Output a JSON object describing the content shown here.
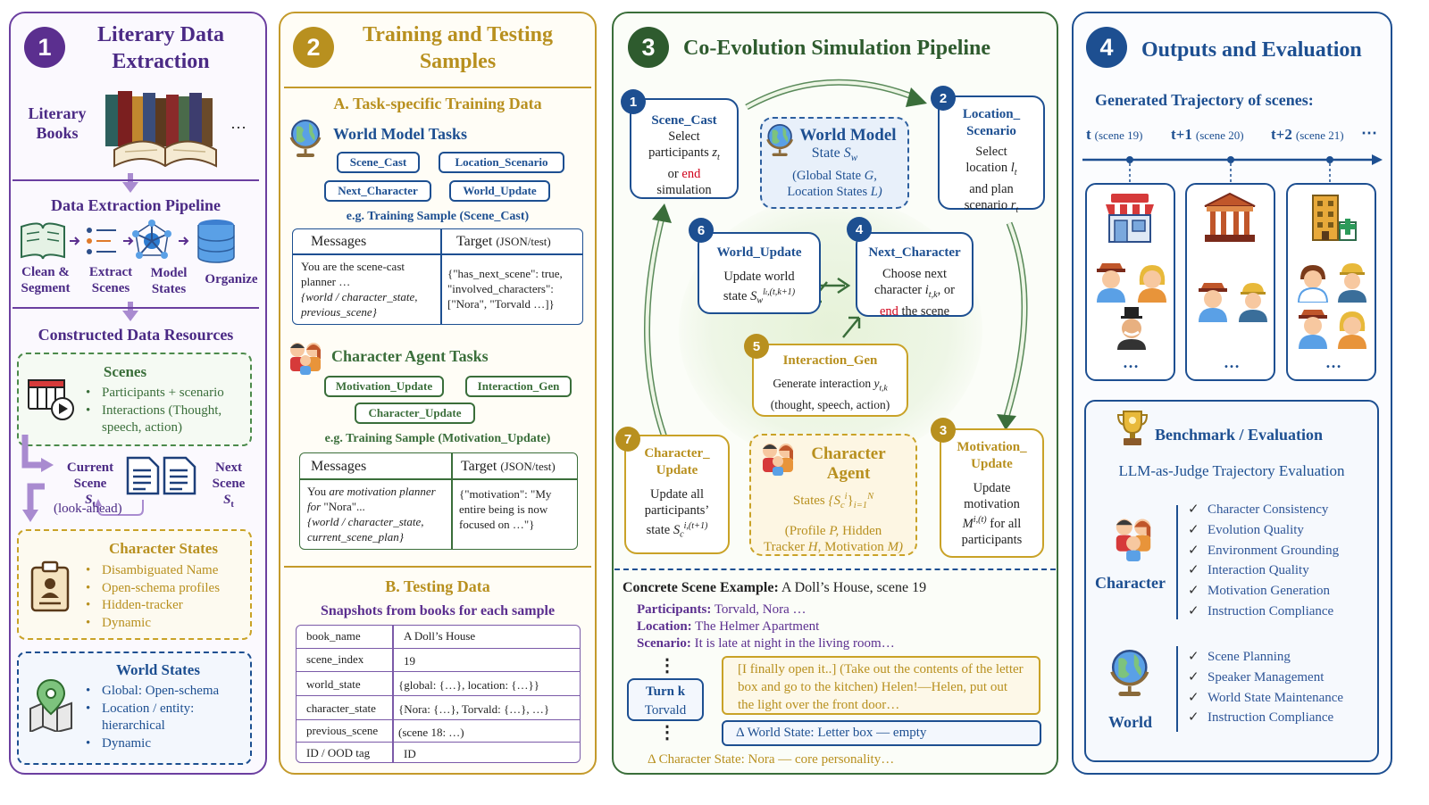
{
  "panel1": {
    "number": "1",
    "title": "Literary Data Extraction",
    "books_label": "Literary Books",
    "books_more": "…",
    "pipeline_title": "Data Extraction Pipeline",
    "pipeline_steps": [
      "Clean & Segment",
      "Extract Scenes",
      "Model States",
      "Organize"
    ],
    "resources_title": "Constructed Data Resources",
    "scenes": {
      "title": "Scenes",
      "items": [
        "Participants + scenario",
        "Interactions (Thought, speech, action)"
      ]
    },
    "current_scene": "Current Scene",
    "next_scene": "Next Scene",
    "scene_symbol": "S",
    "scene_sub": "t",
    "lookahead": "(look-ahead)",
    "character_states": {
      "title": "Character States",
      "items": [
        "Disambiguated Name",
        "Open-schema profiles",
        "Hidden-tracker",
        "Dynamic"
      ]
    },
    "world_states": {
      "title": "World States",
      "items": [
        "Global: Open-schema",
        "Location / entity: hierarchical",
        "Dynamic"
      ]
    }
  },
  "panel2": {
    "number": "2",
    "title": "Training and Testing Samples",
    "section_a": "A. Task-specific Training Data",
    "world_tasks_title": "World Model Tasks",
    "world_tasks": [
      "Scene_Cast",
      "Location_Scenario",
      "Next_Character",
      "World_Update"
    ],
    "world_example_title": "e.g. Training Sample (Scene_Cast)",
    "world_example": {
      "messages_header": "Messages",
      "target_header": "Target",
      "target_header_note": "(JSON/test)",
      "messages_text": "You are the scene-cast planner …",
      "messages_italic": "{world / character_state, previous_scene}",
      "target_text": "{\"has_next_scene\": true, \"involved_characters\": [\"Nora\", \"Torvald …]}"
    },
    "char_tasks_title": "Character Agent Tasks",
    "char_tasks": [
      "Motivation_Update",
      "Interaction_Gen",
      "Character_Update"
    ],
    "char_example_title": "e.g. Training Sample (Motivation_Update)",
    "char_example": {
      "messages_header": "Messages",
      "target_header": "Target",
      "target_header_note": "(JSON/test)",
      "messages_prefix": "You ",
      "messages_italic1": "are motivation planner for",
      "messages_mid": " \"Nora\"...",
      "messages_italic2": "{world / character_state, current_scene_plan}",
      "target_text": "{\"motivation\": \"My entire being is now focused on …\"}"
    },
    "section_b": "B. Testing Data",
    "snapshot_title": "Snapshots from books for each sample",
    "test_table": [
      [
        "book_name",
        "A Doll’s House"
      ],
      [
        "scene_index",
        "19"
      ],
      [
        "world_state",
        "{global: {…}, location: {…}}"
      ],
      [
        "character_state",
        "{Nora: {…}, Torvald: {…}, …}"
      ],
      [
        "previous_scene",
        "(scene 18: …)"
      ],
      [
        "ID / OOD tag",
        "ID"
      ]
    ]
  },
  "panel3": {
    "number": "3",
    "title": "Co-Evolution Simulation Pipeline",
    "nodes": {
      "scene_cast": {
        "num": "1",
        "title": "Scene_Cast",
        "l1": "Select",
        "l2": "participants",
        "sym": "z",
        "sub": "t",
        "l3a": "or ",
        "l3b": "end",
        "l4": "simulation"
      },
      "location": {
        "num": "2",
        "title": "Location_ Scenario",
        "l1": "Select",
        "l2": "location",
        "sym1": "l",
        "sub1": "t",
        "l3": "and plan",
        "l4": "scenario",
        "sym2": "r",
        "sub2": "t"
      },
      "world_model": {
        "title": "World Model",
        "state": "State",
        "sym": "S",
        "sub": "w",
        "line1": "(Global State",
        "g": "G,",
        "line2": "Location States",
        "l": "L)"
      },
      "world_update": {
        "num": "6",
        "title": "World_Update",
        "l1": "Update world",
        "l2": "state",
        "sym": "S",
        "sub": "w",
        "sup": "l",
        "supsub": "t",
        "supsuffix": ",(t,k+1)"
      },
      "next_character": {
        "num": "4",
        "title": "Next_Character",
        "l1": "Choose next",
        "l2": "character",
        "sym": "i",
        "sub": "t,k",
        "l2b": ", or",
        "l3a": "end",
        "l3b": " the scene"
      },
      "interaction": {
        "num": "5",
        "title": "Interaction_Gen",
        "l1": "Generate interaction",
        "sym": "y",
        "sub": "t,k",
        "l2": "(thought, speech, action)"
      },
      "character_update": {
        "num": "7",
        "title": "Character_ Update",
        "l1": "Update all",
        "l2": "participants’",
        "l3": "state",
        "sym": "S",
        "sub": "c",
        "sup": "i,(t+1)"
      },
      "character_agent": {
        "title": "Character Agent",
        "states": "States",
        "sym": "{S",
        "sub": "c",
        "sup": "i",
        "close": "}",
        "range_sup": "N",
        "range_sub": "i=1",
        "p1": "(Profile",
        "p": "P,",
        "p2": "Hidden",
        "p3": "Tracker",
        "h": "H",
        "p4": ", Motivation",
        "m": "M)"
      },
      "motivation": {
        "num": "3",
        "title": "Motivation_ Update",
        "l1": "Update",
        "l2": "motivation",
        "sym": "M",
        "sup": "i,(t)",
        "l3": "for all",
        "l4": "participants"
      }
    },
    "example": {
      "label": "Concrete Scene Example:",
      "value": "A Doll’s House, scene 19",
      "participants_label": "Participants:",
      "participants": "Torvald, Nora …",
      "location_label": "Location:",
      "location": "The Helmer Apartment",
      "scenario_label": "Scenario:",
      "scenario": "It is late at night in the living room…",
      "ellipsis": "⋮",
      "turn": "Turn k",
      "turn_who": "Torvald",
      "speech": "[I finally open it..] (Take out the contents of the letter box and go to the kitchen) Helen!—Helen, put out the light over the front door…",
      "world_delta": "Δ World State: Letter box — empty",
      "char_delta": "Δ Character State: Nora — core personality…"
    }
  },
  "panel4": {
    "number": "4",
    "title": "Outputs and Evaluation",
    "traj_title": "Generated Trajectory of scenes:",
    "timeline": [
      {
        "t": "t",
        "scene": "(scene 19)"
      },
      {
        "t": "t+1",
        "scene": "(scene 20)"
      },
      {
        "t": "t+2",
        "scene": "(scene 21)"
      }
    ],
    "timeline_more": "⋯",
    "col_more": "…",
    "bench_title": "Benchmark / Evaluation",
    "judge": "LLM-as-Judge Trajectory Evaluation",
    "character_label": "Character",
    "character_checks": [
      "Character Consistency",
      "Evolution Quality",
      "Environment Grounding",
      "Interaction Quality",
      "Motivation Generation",
      "Instruction Compliance"
    ],
    "world_label": "World",
    "world_checks": [
      "Scene Planning",
      "Speaker Management",
      "World State Maintenance",
      "Instruction Compliance"
    ]
  },
  "colors": {
    "purple": "#5b2f8f",
    "gold": "#b8901f",
    "green": "#3a6e3a",
    "blue": "#1d4f91",
    "red": "#d0021b"
  }
}
